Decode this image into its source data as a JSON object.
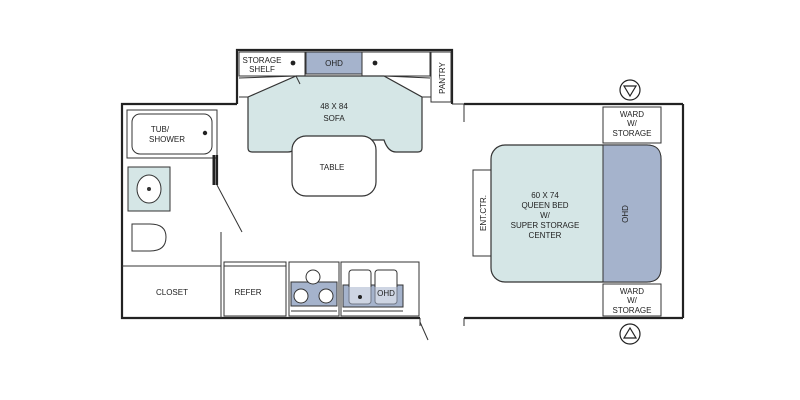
{
  "labels": {
    "storage_shelf_1": "STORAGE",
    "storage_shelf_2": "SHELF",
    "ohd_top": "OHD",
    "pantry": "PANTRY",
    "sofa_size": "48 X 84",
    "sofa": "SOFA",
    "table": "TABLE",
    "tub_1": "TUB/",
    "tub_2": "SHOWER",
    "closet": "CLOSET",
    "refer": "REFER",
    "ohd_kitchen": "OHD",
    "ent_ctr": "ENT.CTR.",
    "bed_size": "60 X 74",
    "bed_1": "QUEEN BED",
    "bed_2": "W/",
    "bed_3": "SUPER STORAGE",
    "bed_4": "CENTER",
    "ohd_bed": "OHD",
    "ward_top_1": "WARD",
    "ward_top_2": "W/",
    "ward_top_3": "STORAGE",
    "ward_bot_1": "WARD",
    "ward_bot_2": "W/",
    "ward_bot_3": "STORAGE"
  },
  "colors": {
    "wall": "#222222",
    "furniture_fill": "#d5e6e6",
    "overhead_fill": "#a5b3cc",
    "cabinet_fill": "#8ea0bc"
  }
}
